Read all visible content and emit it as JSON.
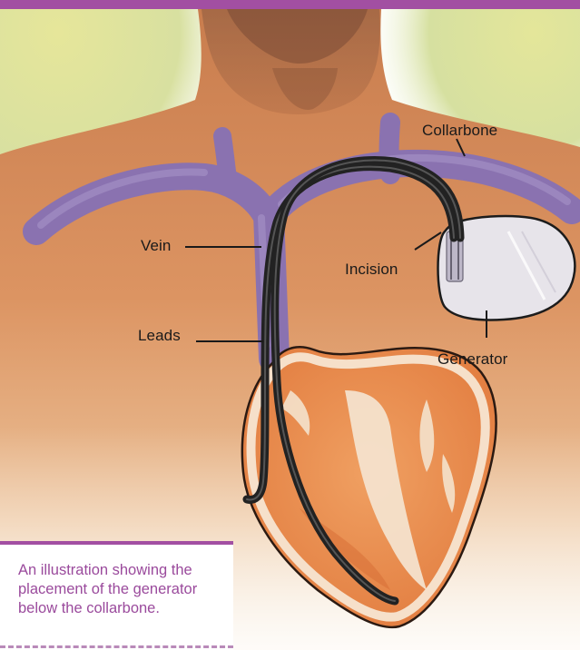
{
  "figure": {
    "labels": {
      "collarbone": "Collarbone",
      "vein": "Vein",
      "incision": "Incision",
      "leads": "Leads",
      "generator": "Generator"
    },
    "caption": "An illustration showing the placement of the generator below the collarbone."
  },
  "colors": {
    "accent_purple": "#a24fa2",
    "caption_text": "#9a4a9c",
    "skin": "#d9905f",
    "vein": "#8a72b0",
    "heart": "#e8884f",
    "lead_wire": "#222222",
    "generator_fill": "#e7e4ea"
  }
}
